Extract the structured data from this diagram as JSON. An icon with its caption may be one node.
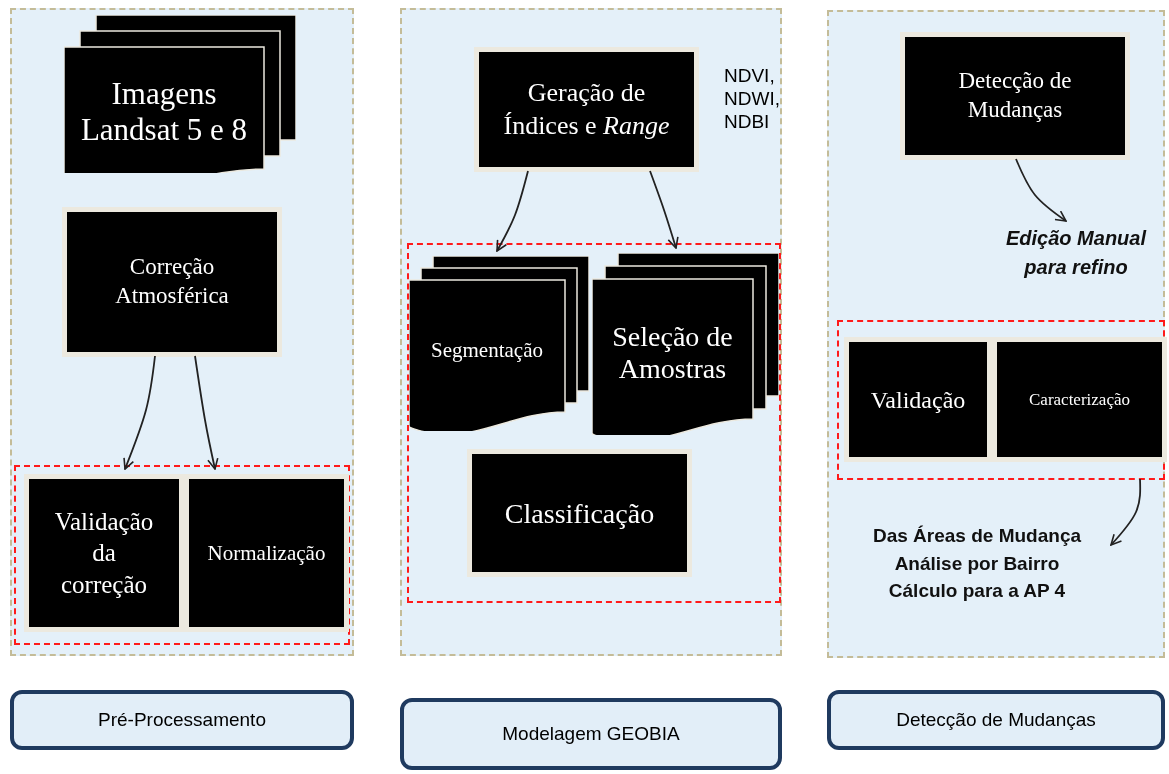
{
  "diagram": {
    "nodes": [
      {
        "text": [],
        "shape": "box"
      },
      {
        "text": [
          "Imagens Landsat 5 e 8"
        ],
        "in": 0
      },
      {
        "text": [
          "Correção Atmosférica"
        ],
        "in": 0
      },
      {
        "text": [],
        "shape": "box",
        "in": 0
      },
      {
        "text": [
          "Validação da correção"
        ],
        "in": 3
      },
      {
        "text": [
          "Normalização"
        ],
        "in": 3
      },
      {
        "text": [],
        "shape": "box"
      },
      {
        "text": [
          "Geração de Índices e *Range*"
        ],
        "in": 6,
        "beside": [
          "NDVI, NDWI, NDBI"
        ]
      },
      {
        "text": [],
        "shape": "box",
        "in": 6
      },
      {
        "text": [
          "Segmentação"
        ],
        "in": 8
      },
      {
        "text": [
          "Seleção de Amostras"
        ],
        "in": 8
      },
      {
        "text": [
          "Classificação"
        ],
        "in": 8
      },
      {
        "text": [],
        "shape": "box"
      },
      {
        "text": [
          "Detecção de Mudanças"
        ],
        "in": 12
      },
      {
        "text": [
          "Edição Manual para refino"
        ],
        "in": 12
      },
      {
        "text": [],
        "shape": "box",
        "in": 12
      },
      {
        "text": [
          "Validação"
        ],
        "in": 15
      },
      {
        "text": [
          "Caracterização"
        ],
        "in": 15
      },
      {
        "text": [
          "Das Áreas de Mudança",
          "Análise por Bairro",
          "Cálculo para a AP 4"
        ],
        "in": 12
      },
      {
        "text": [
          "Pré-Processamento"
        ]
      },
      {
        "text": [
          "Modelagem GEOBIA"
        ]
      },
      {
        "text": [
          "Detecção de Mudanças"
        ]
      }
    ],
    "edges": [
      {
        "from": 2,
        "to": 4,
        "arrow": "to"
      },
      {
        "from": 2,
        "to": 5,
        "arrow": "to"
      },
      {
        "from": 7,
        "to": 9,
        "arrow": "to"
      },
      {
        "from": 7,
        "to": 10,
        "arrow": "to"
      },
      {
        "from": 13,
        "to": 14,
        "arrow": "to"
      },
      {
        "from": 15,
        "to": 18,
        "arrow": "to"
      }
    ]
  }
}
